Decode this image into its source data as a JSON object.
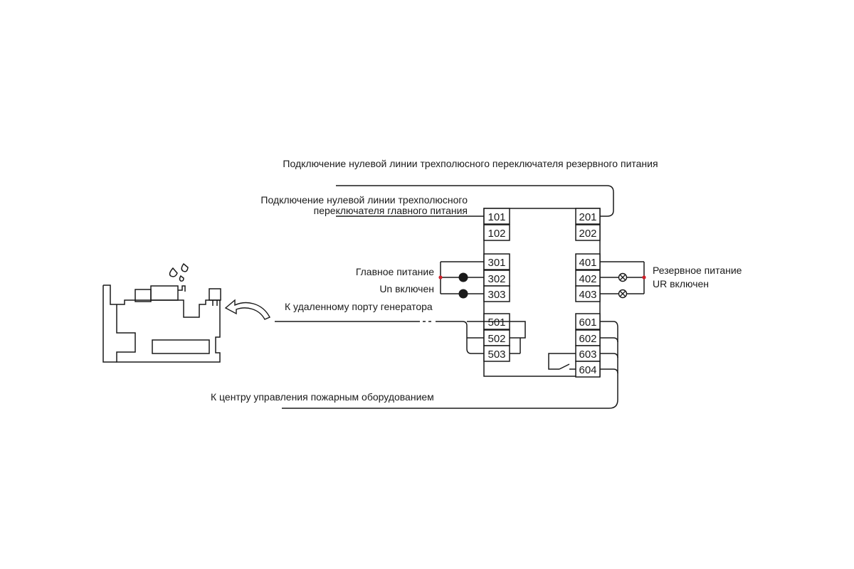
{
  "labels": {
    "reserve_neutral": "Подключение нулевой линии трехполюсного переключателя резервного питания",
    "main_neutral_line1": "Подключение нулевой линии трехполюсного",
    "main_neutral_line2": "переключателя главного питания",
    "main_power": "Главное питание",
    "un_on": "Un включен",
    "reserve_power": "Резервное питание",
    "ur_on": "UR включен",
    "gen_remote_port": "К удаленному порту генератора",
    "fire_center": "К центру управления пожарным оборудованием"
  },
  "terminals": {
    "left": [
      "101",
      "102",
      "301",
      "302",
      "303",
      "501",
      "502",
      "503"
    ],
    "right": [
      "201",
      "202",
      "401",
      "402",
      "403",
      "601",
      "602",
      "603",
      "604"
    ]
  },
  "colors": {
    "line": "#1a1a1a",
    "junction": "#d0202a"
  }
}
